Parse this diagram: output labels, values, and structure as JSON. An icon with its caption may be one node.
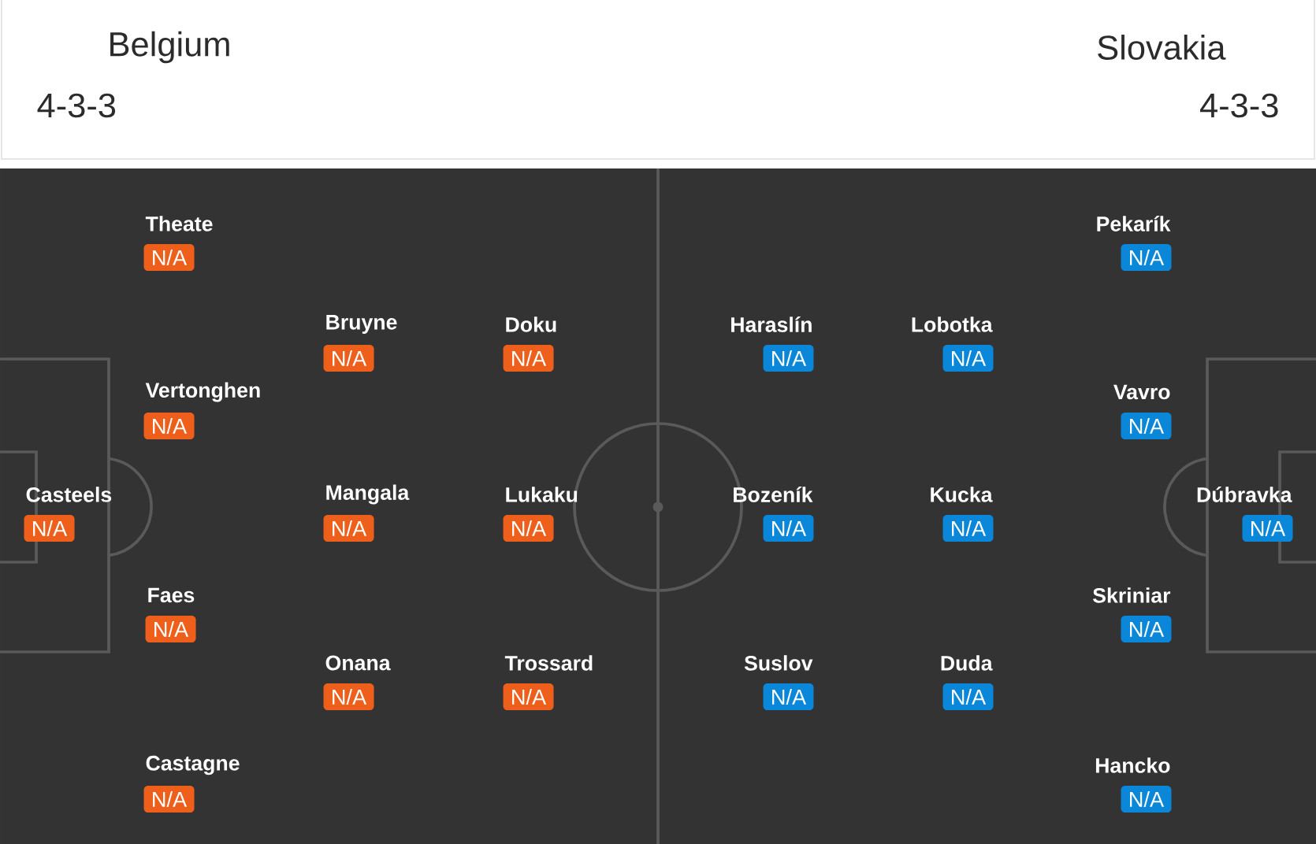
{
  "diagram": {
    "nodes": [
      {
        "text": [
          "Theate",
          "N/A"
        ]
      },
      {
        "text": [
          "Pekarík",
          "N/A"
        ]
      },
      {
        "text": [
          "Bruyne",
          "N/A"
        ]
      },
      {
        "text": [
          "Doku",
          "N/A"
        ]
      },
      {
        "text": [
          "Haraslín",
          "N/A"
        ]
      },
      {
        "text": [
          "Lobotka",
          "N/A"
        ]
      },
      {
        "text": [
          "Vertonghen",
          "N/A"
        ]
      },
      {
        "text": [
          "Vavro",
          "N/A"
        ]
      },
      {
        "text": [
          "Casteels",
          "N/A"
        ]
      },
      {
        "text": [
          "Mangala",
          "N/A"
        ]
      },
      {
        "text": [
          "Lukaku",
          "N/A"
        ]
      },
      {
        "text": [
          "Bozeník",
          "N/A"
        ]
      },
      {
        "text": [
          "Kucka",
          "N/A"
        ]
      },
      {
        "text": [
          "Dúbravka",
          "N/A"
        ]
      },
      {
        "text": [
          "Faes",
          "N/A"
        ]
      },
      {
        "text": [
          "Skriniar",
          "N/A"
        ]
      },
      {
        "text": [
          "Onana",
          "N/A"
        ]
      },
      {
        "text": [
          "Trossard",
          "N/A"
        ]
      },
      {
        "text": [
          "Suslov",
          "N/A"
        ]
      },
      {
        "text": [
          "Duda",
          "N/A"
        ]
      },
      {
        "text": [
          "Castagne",
          "N/A"
        ]
      },
      {
        "text": [
          "Hancko",
          "N/A"
        ]
      }
    ],
    "labels": [
      "Belgium",
      "Slovakia",
      "4-3-3",
      "4-3-3"
    ]
  }
}
